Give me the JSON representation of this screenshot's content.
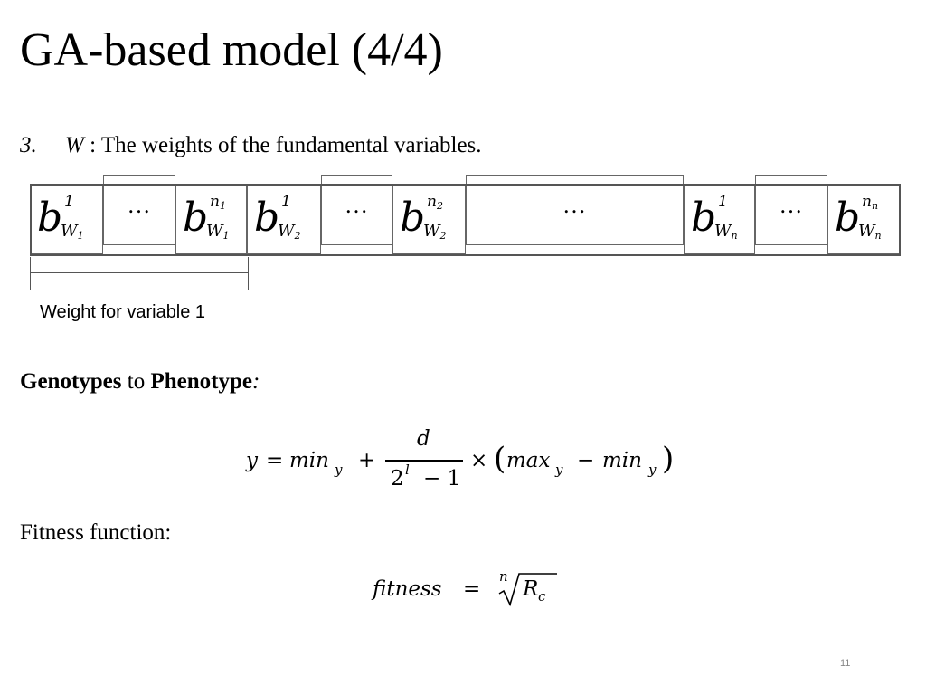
{
  "slide": {
    "title": "GA-based model (4/4)",
    "page_number": "11"
  },
  "point": {
    "number": "3.",
    "symbol": "W",
    "text": " : The weights of the fundamental variables."
  },
  "chromosome": {
    "cells": [
      {
        "type": "gene",
        "base": "b",
        "sup": "1",
        "sub_var": "W",
        "sub_idx": "1"
      },
      {
        "type": "dots",
        "text": "…"
      },
      {
        "type": "gene",
        "base": "b",
        "sup_var": "n",
        "sup_idx": "1",
        "sub_var": "W",
        "sub_idx": "1"
      },
      {
        "type": "gene",
        "base": "b",
        "sup": "1",
        "sub_var": "W",
        "sub_idx": "2"
      },
      {
        "type": "dots",
        "text": "…"
      },
      {
        "type": "gene",
        "base": "b",
        "sup_var": "n",
        "sup_idx": "2",
        "sub_var": "W",
        "sub_idx": "2"
      },
      {
        "type": "dots",
        "text": "…"
      },
      {
        "type": "gene",
        "base": "b",
        "sup": "1",
        "sub_var": "W",
        "sub_idx": "n"
      },
      {
        "type": "dots",
        "text": "…"
      },
      {
        "type": "gene",
        "base": "b",
        "sup_var": "n",
        "sup_idx": "n",
        "sub_var": "W",
        "sub_idx": "n"
      }
    ],
    "bracket_label": "Weight for variable 1"
  },
  "genotype": {
    "bold1": "Genotypes",
    "mid": " to ",
    "bold2": "Phenotype",
    "colon": ":"
  },
  "formula_phenotype": {
    "y": "y",
    "eq": "=",
    "min": "min",
    "min_sub": "y",
    "plus": "+",
    "numerator": "d",
    "den_base": "2",
    "den_exp": "l",
    "den_rest": "− 1",
    "times": "×",
    "lparen": "(",
    "max": "max",
    "max_sub": "y",
    "minus": "−",
    "min2": "min",
    "min2_sub": "y",
    "rparen": ")"
  },
  "fitness": {
    "label": "Fitness function:",
    "lhs": "fitness",
    "eq": "=",
    "root_index": "n",
    "radicand": "R",
    "radicand_sub": "c"
  }
}
